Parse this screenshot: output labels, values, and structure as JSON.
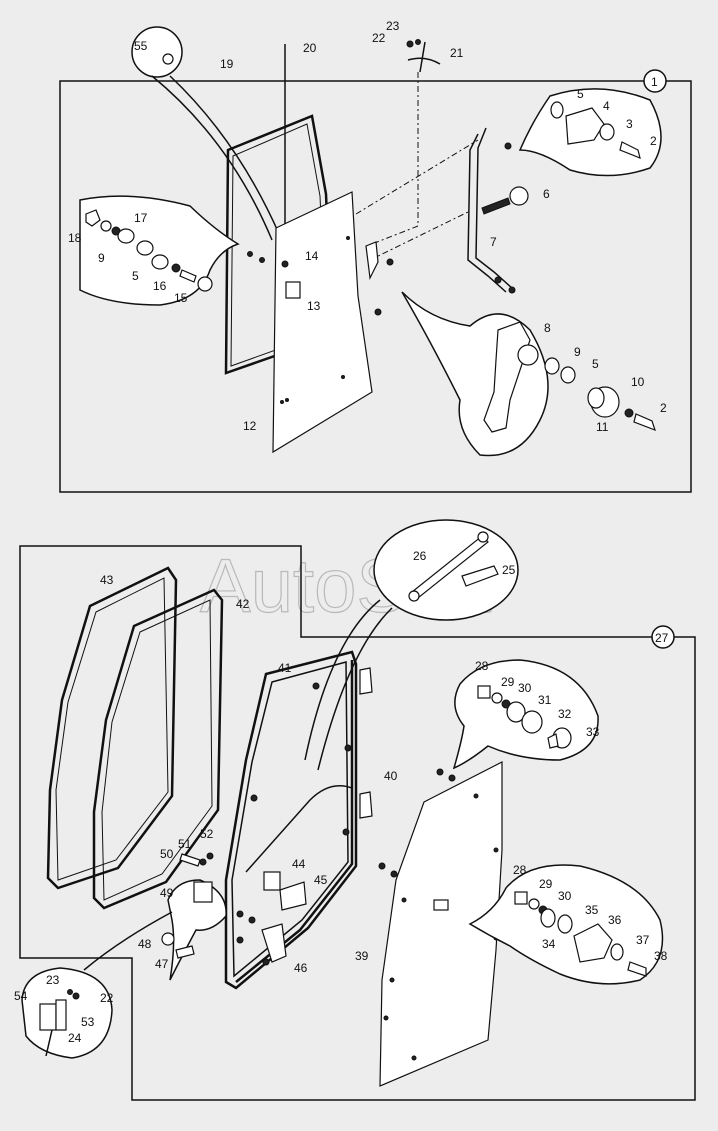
{
  "watermark": "AutoSoft",
  "callouts": {
    "c1": "1",
    "c27": "27"
  },
  "labels": [
    {
      "text": "55"
    },
    {
      "text": "19"
    },
    {
      "text": "20"
    },
    {
      "text": "23"
    },
    {
      "text": "22"
    },
    {
      "text": "21"
    },
    {
      "text": "5"
    },
    {
      "text": "4"
    },
    {
      "text": "3"
    },
    {
      "text": "2"
    },
    {
      "text": "6"
    },
    {
      "text": "7"
    },
    {
      "text": "17"
    },
    {
      "text": "18"
    },
    {
      "text": "9"
    },
    {
      "text": "5"
    },
    {
      "text": "16"
    },
    {
      "text": "15"
    },
    {
      "text": "14"
    },
    {
      "text": "13"
    },
    {
      "text": "8"
    },
    {
      "text": "9"
    },
    {
      "text": "5"
    },
    {
      "text": "10"
    },
    {
      "text": "2"
    },
    {
      "text": "11"
    },
    {
      "text": "12"
    },
    {
      "text": "26"
    },
    {
      "text": "25"
    },
    {
      "text": "43"
    },
    {
      "text": "42"
    },
    {
      "text": "41"
    },
    {
      "text": "28"
    },
    {
      "text": "29"
    },
    {
      "text": "30"
    },
    {
      "text": "31"
    },
    {
      "text": "32"
    },
    {
      "text": "33"
    },
    {
      "text": "40"
    },
    {
      "text": "51"
    },
    {
      "text": "52"
    },
    {
      "text": "50"
    },
    {
      "text": "44"
    },
    {
      "text": "45"
    },
    {
      "text": "49"
    },
    {
      "text": "28"
    },
    {
      "text": "29"
    },
    {
      "text": "30"
    },
    {
      "text": "35"
    },
    {
      "text": "36"
    },
    {
      "text": "37"
    },
    {
      "text": "34"
    },
    {
      "text": "38"
    },
    {
      "text": "39"
    },
    {
      "text": "48"
    },
    {
      "text": "47"
    },
    {
      "text": "46"
    },
    {
      "text": "23"
    },
    {
      "text": "22"
    },
    {
      "text": "54"
    },
    {
      "text": "53"
    },
    {
      "text": "24"
    }
  ]
}
